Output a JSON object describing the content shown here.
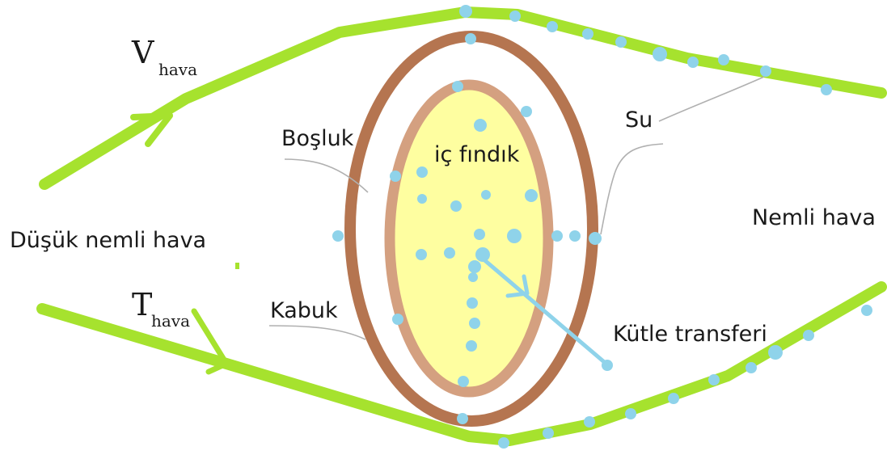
{
  "labels": {
    "v_hava_main": "V",
    "v_hava_sub": "hava",
    "t_hava_main": "T",
    "t_hava_sub": "hava",
    "bosluk": "Boşluk",
    "ic_findik": "iç fındık",
    "su": "Su",
    "dusuk_nemli_hava": "Düşük nemli hava",
    "nemli_hava": "Nemli hava",
    "kabuk": "Kabuk",
    "kutle_transferi": "Kütle transferi"
  },
  "colors": {
    "flow_line": "#a6e22e",
    "water_drop": "#8fd3ea",
    "shell_outer": "#b57550",
    "shell_inner": "#d4a080",
    "kernel_fill": "#fefea0",
    "leader_line": "#b0b0b0",
    "text": "#1a1a1a"
  }
}
